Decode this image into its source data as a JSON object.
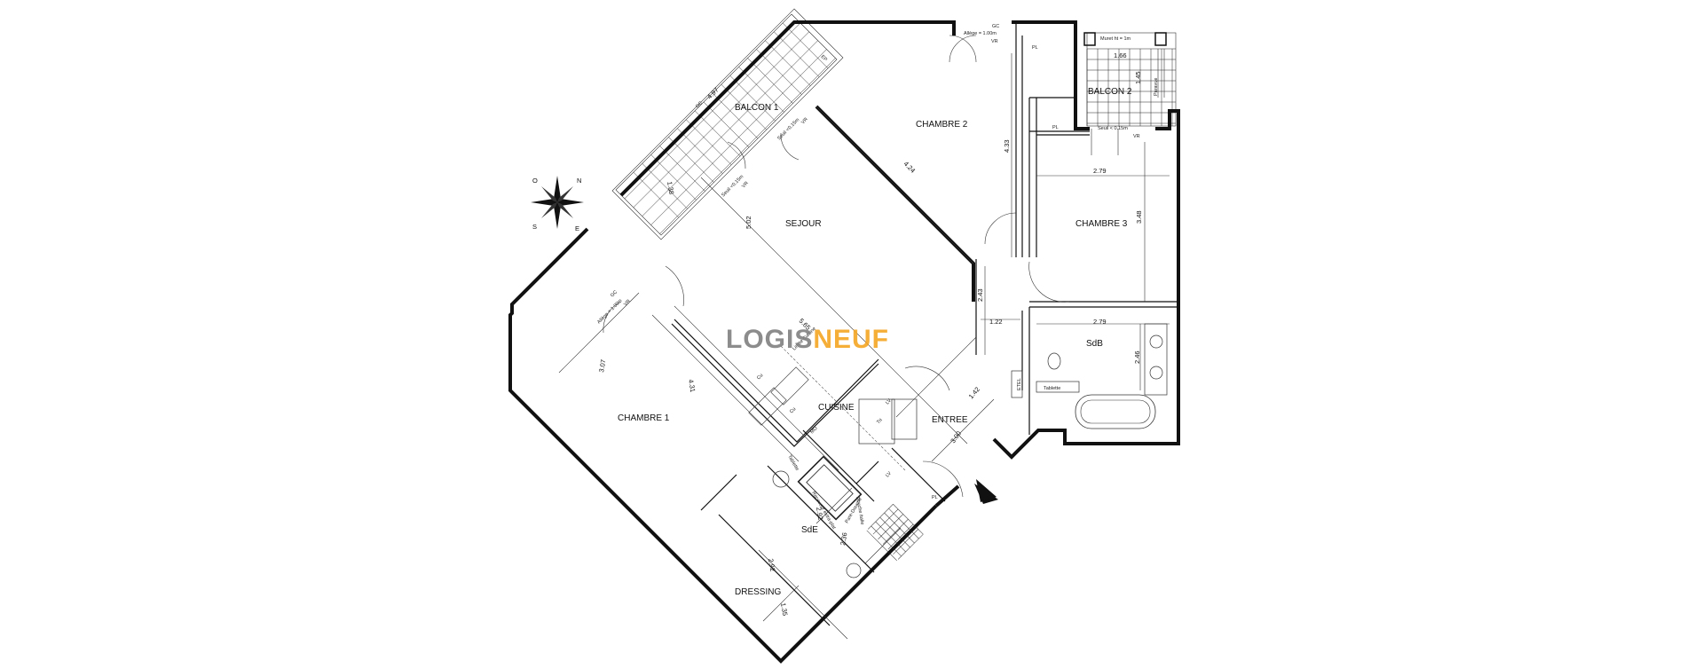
{
  "rooms": {
    "balcon1": "BALCON 1",
    "chambre2": "CHAMBRE 2",
    "balcon2": "BALCON 2",
    "sejour": "SEJOUR",
    "chambre3": "CHAMBRE 3",
    "sdb": "SdB",
    "cuisine": "CUISINE",
    "entree": "ENTREE",
    "chambre1": "CHAMBRE 1",
    "sde": "SdE",
    "dressing": "DRESSING"
  },
  "dimensions": {
    "balcon1_len": "4.97",
    "balcon1_width": "1.38",
    "chambre2_diag": "4.24",
    "chambre2_height": "4.33",
    "balcon2_width": "1.66",
    "balcon2_depth": "1.45",
    "chambre3_width": "2.79",
    "chambre3_height": "3.48",
    "sejour_len": "5.02",
    "sejour_mid": "5.65",
    "couloir_height": "2.43",
    "couloir_width": "1.22",
    "sdb_width": "2.79",
    "sdb_height": "2.46",
    "entree_1": "1.42",
    "entree_2": "3.00",
    "chambre1_1": "3.07",
    "chambre1_2": "4.31",
    "sde_1": "2.92",
    "sde_2": "2.36",
    "dressing_1": "2.92",
    "dressing_2": "1.35"
  },
  "annotations": {
    "ep": "EP",
    "gc_balcon1": "GC",
    "gc_ch2": "GC",
    "allege_ch2": "Allège = 1.00m",
    "vr_ch2": "VR",
    "pl_ch2": "PL",
    "muret": "Muret ht = 1m",
    "paravue": "Paravue",
    "pl_ch3": "PL",
    "seuil_ch3": "Seuil < 0.15m",
    "vr_ch3": "VR",
    "seuil_sej1": "Seuil <0.15m",
    "vr_sej1": "VR",
    "seuil_sej2": "Seuil <0.15m",
    "vr_sej2": "VR",
    "gc_ch1": "GC",
    "allege_ch1": "Allège = 1.00m",
    "vr_ch1": "VR",
    "limite_cuisine": "Limite Cuisine",
    "cu1": "Cu",
    "cu2": "Cu",
    "mo": "MO",
    "lv": "LV",
    "tri": "Tri",
    "tablette_sde": "Tablette",
    "tablette_sdb": "Tablette",
    "etel": "ETEL",
    "lv_sde": "LV",
    "pl_entree": "PL",
    "douche": "Douche Italie",
    "pare_douche": "Pare-Douche",
    "receveur": "Receveur extra-plat"
  },
  "compass": {
    "n": "N",
    "o": "O",
    "s": "S",
    "e": "E"
  },
  "watermark": {
    "part1": "LOGIS",
    "part2": "NEUF",
    "color1": "#808080",
    "color2": "#f5a623"
  }
}
